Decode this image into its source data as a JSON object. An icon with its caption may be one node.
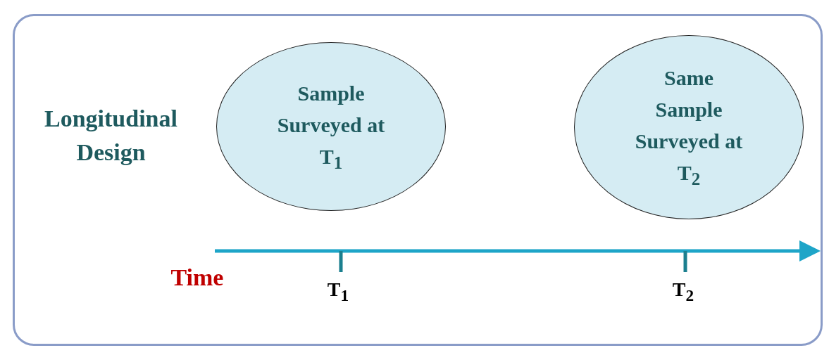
{
  "diagram": {
    "nodes": [
      {
        "text": [
          "Sample Surveyed at T$_{1}$"
        ]
      },
      {
        "text": [
          "Same Sample Surveyed at T$_{2}$"
        ]
      }
    ],
    "labels": [
      "Longitudinal Design",
      "Time",
      "T$_{1}$",
      "T$_{2}$"
    ]
  }
}
